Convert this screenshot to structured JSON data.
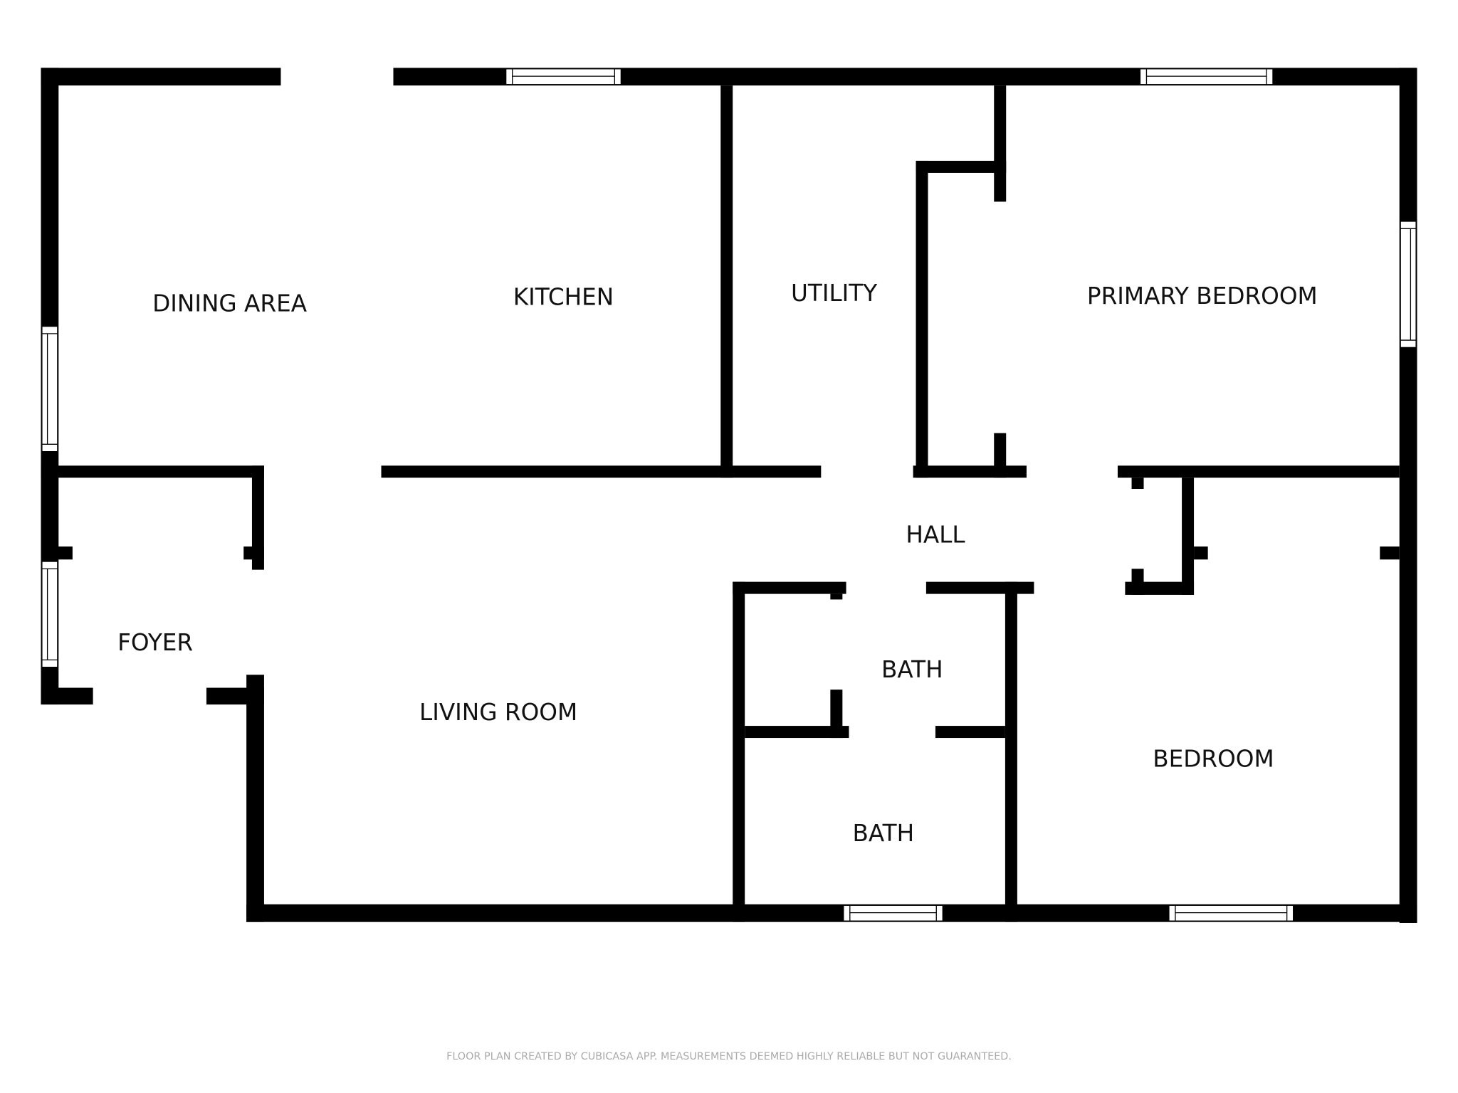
{
  "floor_plan": {
    "rooms": [
      {
        "id": "dining",
        "label": "DINING AREA"
      },
      {
        "id": "kitchen",
        "label": "KITCHEN"
      },
      {
        "id": "utility",
        "label": "UTILITY"
      },
      {
        "id": "primary_bedroom",
        "label": "PRIMARY BEDROOM"
      },
      {
        "id": "hall",
        "label": "HALL"
      },
      {
        "id": "foyer",
        "label": "FOYER"
      },
      {
        "id": "living_room",
        "label": "LIVING ROOM"
      },
      {
        "id": "bath_upper",
        "label": "BATH"
      },
      {
        "id": "bath_lower",
        "label": "BATH"
      },
      {
        "id": "bedroom",
        "label": "BEDROOM"
      }
    ],
    "footer": "FLOOR PLAN CREATED BY CUBICASA APP. MEASUREMENTS DEEMED HIGHLY RELIABLE BUT NOT GUARANTEED.",
    "colors": {
      "wall": "#000000",
      "background": "#ffffff",
      "footer_text": "#aaaaaa"
    }
  }
}
